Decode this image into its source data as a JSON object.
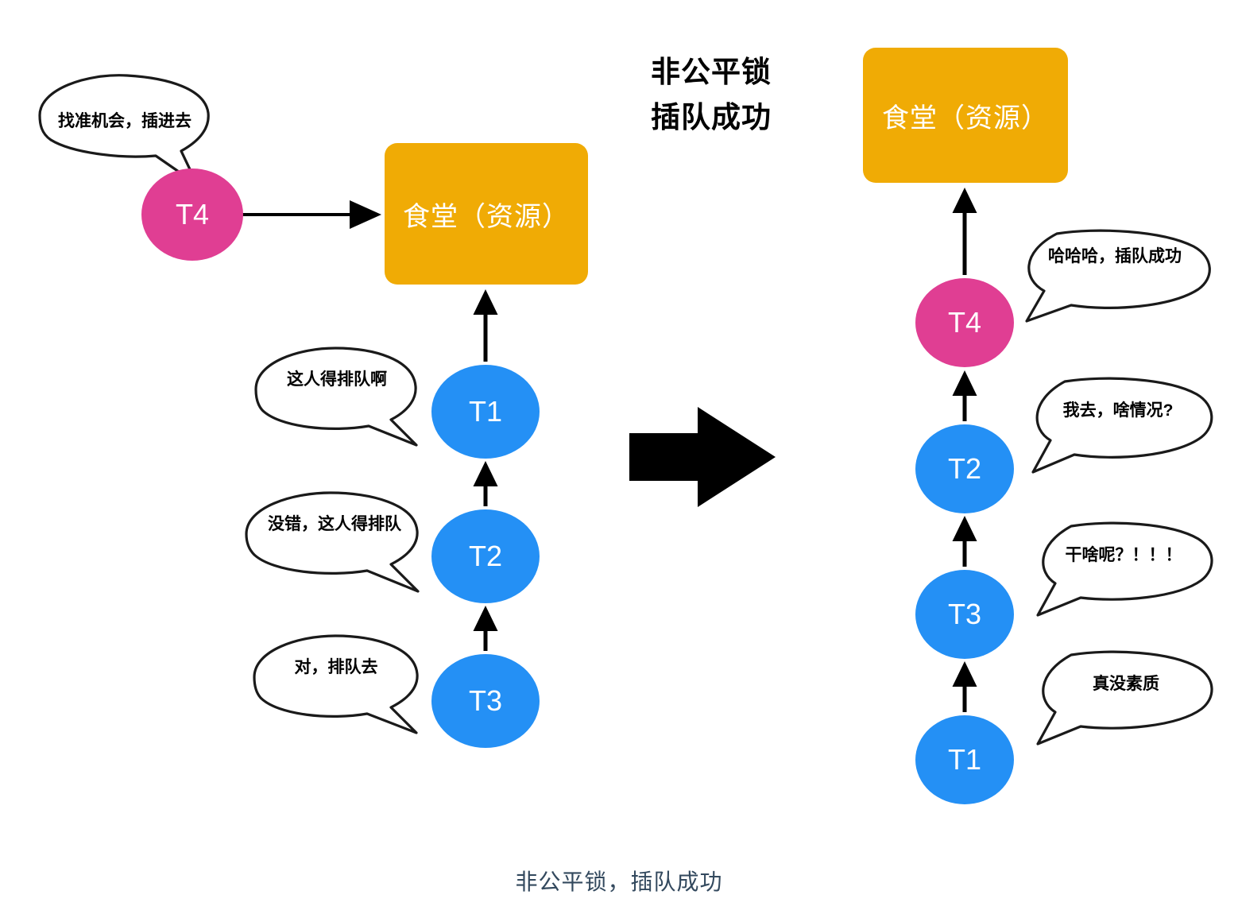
{
  "title": {
    "line1": "非公平锁",
    "line2": "插队成功"
  },
  "caption": "非公平锁，插队成功",
  "colors": {
    "resource": "#F0AB05",
    "thread_blue": "#2490F5",
    "thread_pink": "#E03E93",
    "arrow": "#000000",
    "caption_text": "#33495E",
    "bubble_stroke": "#1A1A1A"
  },
  "left_scene": {
    "resource_label": "食堂（资源）",
    "jumper": {
      "label": "T4",
      "color": "pink",
      "bubble": "找准机会，插进去"
    },
    "queue": [
      {
        "label": "T1",
        "color": "blue",
        "bubble": "这人得排队啊"
      },
      {
        "label": "T2",
        "color": "blue",
        "bubble": "没错，这人得排队"
      },
      {
        "label": "T3",
        "color": "blue",
        "bubble": "对，排队去"
      }
    ]
  },
  "right_scene": {
    "resource_label": "食堂（资源）",
    "queue": [
      {
        "label": "T4",
        "color": "pink",
        "bubble": "哈哈哈，插队成功"
      },
      {
        "label": "T2",
        "color": "blue",
        "bubble": "我去，啥情况?"
      },
      {
        "label": "T3",
        "color": "blue",
        "bubble": "干啥呢？！！！"
      },
      {
        "label": "T1",
        "color": "blue",
        "bubble": "真没素质"
      }
    ]
  },
  "transition": {
    "icon": "right-block-arrow"
  }
}
